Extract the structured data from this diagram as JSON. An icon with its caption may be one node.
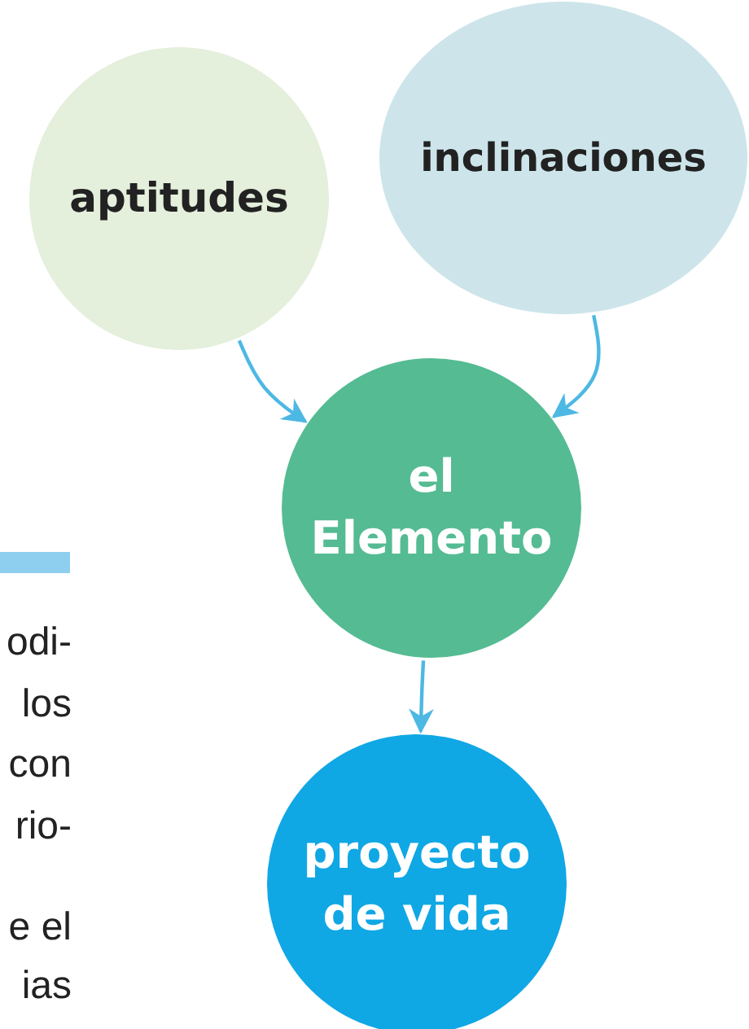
{
  "diagram": {
    "nodes": [
      {
        "text": [
          "aptitudes"
        ]
      },
      {
        "text": [
          "inclinaciones"
        ]
      },
      {
        "text": [
          "el Elemento"
        ]
      },
      {
        "text": [
          "proyecto de vida"
        ]
      }
    ],
    "edges": [
      {
        "from": 0,
        "to": 2,
        "arrow": "to"
      },
      {
        "from": 1,
        "to": 2,
        "arrow": "to"
      },
      {
        "from": 2,
        "to": 3,
        "arrow": "to"
      }
    ],
    "labels": [
      "odi-",
      "los",
      "con",
      "rio-",
      "e el",
      "ias"
    ]
  }
}
